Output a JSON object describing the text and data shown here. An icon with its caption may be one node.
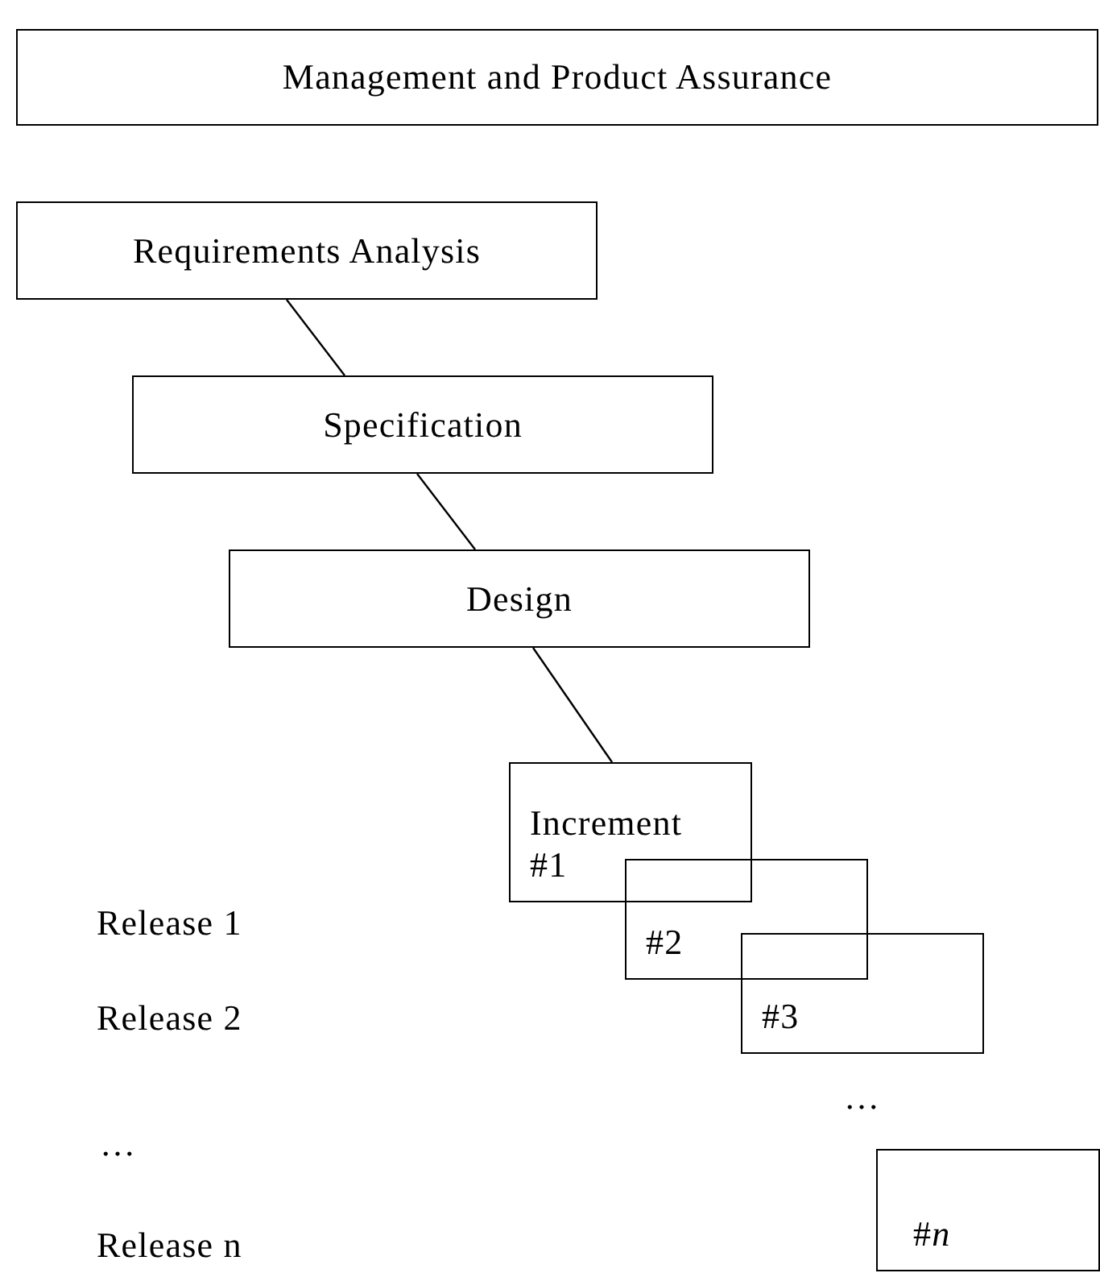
{
  "diagram": {
    "nodes": [
      {
        "text": [
          "Management and Product Assurance"
        ]
      },
      {
        "text": [
          "Requirements Analysis"
        ]
      },
      {
        "text": [
          "Specification"
        ]
      },
      {
        "text": [
          "Design"
        ]
      },
      {
        "text": [
          "Increment #1"
        ]
      },
      {
        "text": [
          "#2"
        ]
      },
      {
        "text": [
          "#3"
        ]
      },
      {
        "text": [
          "#*n*"
        ]
      }
    ],
    "edges": [
      {
        "from": 1,
        "to": 2,
        "arrow": "none"
      },
      {
        "from": 2,
        "to": 3,
        "arrow": "none"
      },
      {
        "from": 3,
        "to": 4,
        "arrow": "none"
      }
    ],
    "labels": [
      "Release 1",
      "Release 2",
      "…",
      "…",
      "Release n"
    ]
  }
}
